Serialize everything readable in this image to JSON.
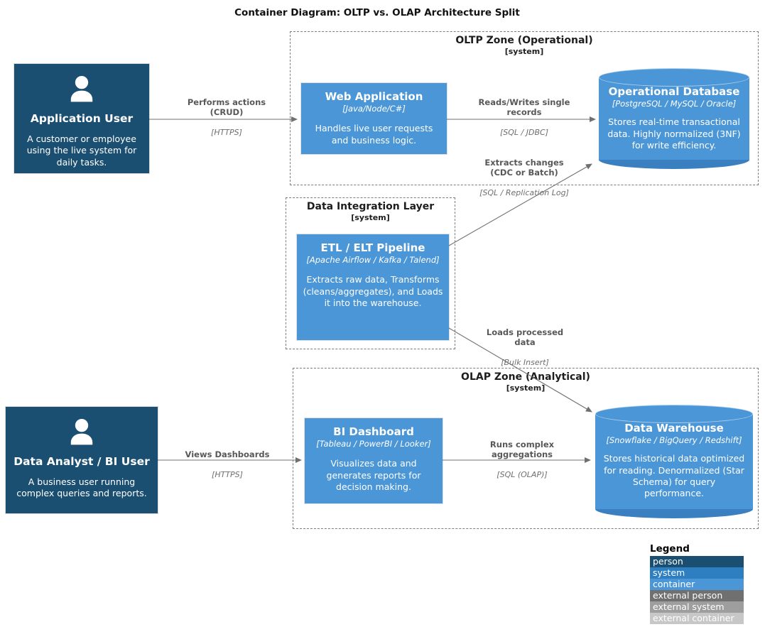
{
  "title": "Container Diagram: OLTP vs. OLAP Architecture Split",
  "colors": {
    "person": "#1b4f72",
    "system": "#2d7fc1",
    "container": "#4b96d6",
    "container_dark": "#3a7fc0",
    "external_person": "#707070",
    "external_system": "#9e9e9e",
    "external_container": "#c7c7c7",
    "edge": "#707070",
    "boundary_border": "#7d7d7d"
  },
  "boundaries": {
    "oltp": {
      "title": "OLTP Zone (Operational)",
      "type": "[system]"
    },
    "integration": {
      "title": "Data Integration Layer",
      "type": "[system]"
    },
    "olap": {
      "title": "OLAP Zone (Analytical)",
      "type": "[system]"
    }
  },
  "nodes": {
    "app_user": {
      "title": "Application User",
      "desc": "A customer or employee using the live system for daily tasks."
    },
    "web_app": {
      "title": "Web Application",
      "tech": "[Java/Node/C#]",
      "desc": "Handles live user requests and business logic."
    },
    "op_db": {
      "title": "Operational Database",
      "tech": "[PostgreSQL / MySQL / Oracle]",
      "desc": "Stores real-time transactional data. Highly normalized (3NF) for write efficiency."
    },
    "etl": {
      "title": "ETL / ELT Pipeline",
      "tech": "[Apache Airflow / Kafka / Talend]",
      "desc": "Extracts raw data, Transforms (cleans/aggregates), and Loads it into the warehouse."
    },
    "bi": {
      "title": "BI Dashboard",
      "tech": "[Tableau / PowerBI / Looker]",
      "desc": "Visualizes data and generates reports for decision making."
    },
    "dw": {
      "title": "Data Warehouse",
      "tech": "[Snowflake / BigQuery / Redshift]",
      "desc": "Stores historical data optimized for reading. Denormalized (Star Schema) for query performance."
    },
    "analyst": {
      "title": "Data Analyst / BI User",
      "desc": "A business user running complex queries and reports."
    }
  },
  "edges": {
    "performs": {
      "label": "Performs actions\n(CRUD)",
      "tech": "[HTTPS]"
    },
    "reads_writes": {
      "label": "Reads/Writes single\nrecords",
      "tech": "[SQL / JDBC]"
    },
    "extracts": {
      "label": "Extracts changes\n(CDC or Batch)",
      "tech": "[SQL / Replication Log]"
    },
    "loads": {
      "label": "Loads processed\ndata",
      "tech": "[Bulk Insert]"
    },
    "views": {
      "label": "Views Dashboards",
      "tech": "[HTTPS]"
    },
    "runs": {
      "label": "Runs complex\naggregations",
      "tech": "[SQL (OLAP)]"
    }
  },
  "legend": {
    "title": "Legend",
    "items": [
      {
        "label": "person",
        "color": "#1b4f72"
      },
      {
        "label": "system",
        "color": "#2d7fc1"
      },
      {
        "label": "container",
        "color": "#4b96d6"
      },
      {
        "label": "external person",
        "color": "#707070"
      },
      {
        "label": "external system",
        "color": "#9e9e9e"
      },
      {
        "label": "external container",
        "color": "#c7c7c7"
      }
    ]
  }
}
